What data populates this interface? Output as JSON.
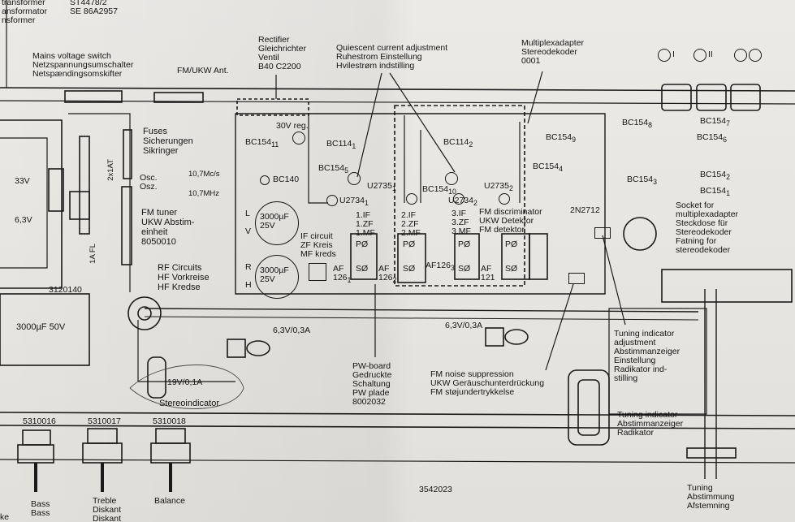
{
  "labels": {
    "transformer": "transformer\nansformator\nnsformer",
    "transformer_part": "ST4478/2\nSE 86A2957",
    "mains_switch": "Mains voltage switch\nNetzspannungsumschalter\nNetspændingsomskifter",
    "fm_ant": "FM/UKW Ant.",
    "rectifier": "Rectifier\nGleichrichter\nVentil\nB40 C2200",
    "quiescent": "Quiescent current adjustment\nRuhestrom Einstellung\nHvilestrøm indstilling",
    "multiplex": "Multiplexadapter\nStereodekoder\n0001",
    "mode_1": "I",
    "mode_2": "II",
    "fuses": "Fuses\nSicherungen\nSikringer",
    "fuse_rating": "2x1AT",
    "fuse_1a": "1A FL",
    "v33": "33V",
    "v63": "6,3V",
    "part_3120140": "3120140",
    "osc": "Osc.\nOsz.",
    "mhz1": "10,7Mc/s",
    "mhz2": "10,7MHz",
    "fm_tuner": "FM tuner\nUKW Abstim-\neinheit\n8050010",
    "rf_circuits": "RF Circuits\nHF Vorkreise\nHF Kredse",
    "cap_3000_50": "3000µF 50V",
    "reg30": "30V reg.",
    "bc154_11": "BC154",
    "bc154_11_sub": "11",
    "bc140": "BC140",
    "cap_l": "L\n\nV",
    "cap_r": "R\n\nH",
    "cap_val": "3000µF\n25V",
    "bc114_1": "BC114",
    "bc114_1_sub": "1",
    "bc154_5": "BC154",
    "bc154_5_sub": "5",
    "u2734_1": "U2734",
    "u2734_1_sub": "1",
    "u2735_1": "U2735",
    "u2735_1_sub": "1",
    "bc114_2": "BC114",
    "bc114_2_sub": "2",
    "bc154_10": "BC154",
    "bc154_10_sub": "10",
    "u2734_2": "U2734",
    "u2734_2_sub": "2",
    "u2735_2": "U2735",
    "u2735_2_sub": "2",
    "bc154_9": "BC154",
    "bc154_9_sub": "9",
    "bc154_4": "BC154",
    "bc154_4_sub": "4",
    "bc154_8": "BC154",
    "bc154_8_sub": "8",
    "bc154_7": "BC154",
    "bc154_7_sub": "7",
    "bc154_6": "BC154",
    "bc154_6_sub": "6",
    "bc154_3": "BC154",
    "bc154_3_sub": "3",
    "bc154_2": "BC154",
    "bc154_2_sub": "2",
    "bc154_1": "BC154",
    "bc154_1_sub": "1",
    "if_circuit": "IF circuit\nZF Kreis\nMF kreds",
    "if1": "1.IF\n1.ZF\n1.MF",
    "if2": "2.IF\n2.ZF\n2.MF",
    "if3": "3.IF\n3.ZF\n3.MF",
    "fm_disc": "FM discriminator\nUKW Detektor\nFM detektor",
    "t2n2712": "2N2712",
    "socket": "Socket for\nmultiplexadapter\nSteckdose für\nStereodekoder\nFatning for\nstereodekoder",
    "af126_1": "AF\n126",
    "af126_1_sub": "1",
    "af126_2": "AF\n126",
    "af126_2_sub": "2",
    "af126_3": "AF126",
    "af126_3_sub": "3",
    "af121": "AF\n121",
    "po": "PØ",
    "so": "SØ",
    "v63_03a": "6,3V/0,3A",
    "tuning_adj": "Tuning indicator\nadjustment\nAbstimmanzeiger\nEinstellung\nRadikator ind-\nstilling",
    "pw_board": "PW-board\nGedruckte\nSchaltung\nPW plade\n8002032",
    "fm_noise": "FM noise suppression\nUKW Geräuschunterdrückung\nFM støjundertrykkelse",
    "v19": "19V/0,1A",
    "stereo_ind": "Stereoindicator",
    "tuning_ind": "Tuning indicator\nAbstimmanzeiger\nRadikator",
    "p5310016": "5310016",
    "p5310017": "5310017",
    "p5310018": "5310018",
    "bass": "Bass\nBass",
    "treble": "Treble\nDiskant\nDiskant",
    "balance": "Balance",
    "part_3542023": "3542023",
    "tuning": "Tuning\nAbstimmung\nAfstemning",
    "edge_ke": "ke"
  }
}
